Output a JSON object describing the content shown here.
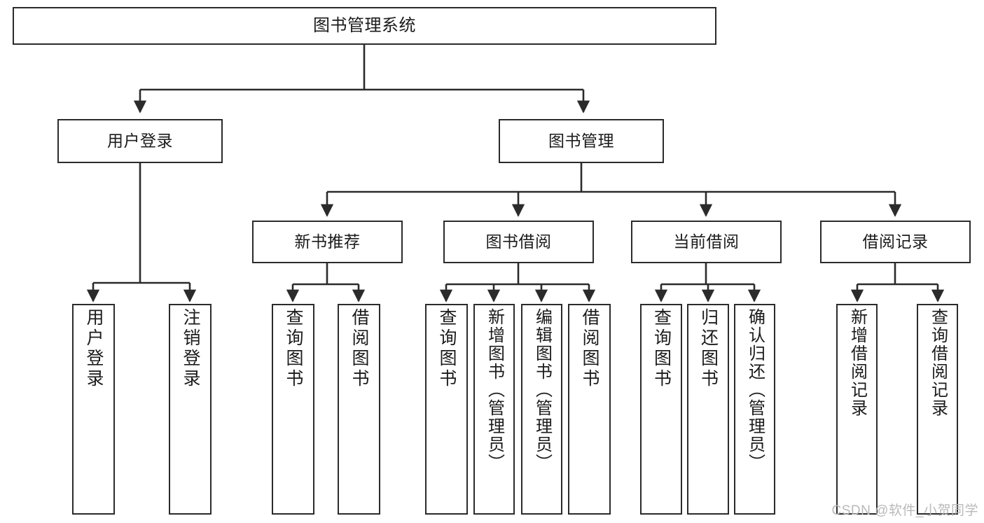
{
  "diagram": {
    "title": "图书管理系统",
    "type": "tree-hierarchy",
    "root": {
      "id": "root",
      "label": "图书管理系统"
    },
    "level2": [
      {
        "id": "user-login",
        "label": "用户登录"
      },
      {
        "id": "book-management",
        "label": "图书管理"
      }
    ],
    "level3": [
      {
        "id": "new-book-recommend",
        "label": "新书推荐"
      },
      {
        "id": "book-borrow",
        "label": "图书借阅"
      },
      {
        "id": "current-borrow",
        "label": "当前借阅"
      },
      {
        "id": "borrow-record",
        "label": "借阅记录"
      }
    ],
    "leaves": {
      "user_login": [
        {
          "id": "leaf-user-login",
          "label": "用户登录"
        },
        {
          "id": "leaf-logout-login",
          "label": "注销登录"
        }
      ],
      "new_book_recommend": [
        {
          "id": "leaf-query-book-1",
          "label": "查询图书"
        },
        {
          "id": "leaf-borrow-book-1",
          "label": "借阅图书"
        }
      ],
      "book_borrow": [
        {
          "id": "leaf-query-book-2",
          "label": "查询图书"
        },
        {
          "id": "leaf-add-book",
          "label": "新增图书（管理员）"
        },
        {
          "id": "leaf-edit-book",
          "label": "编辑图书（管理员）"
        },
        {
          "id": "leaf-borrow-book-2",
          "label": "借阅图书"
        }
      ],
      "current_borrow": [
        {
          "id": "leaf-query-book-3",
          "label": "查询图书"
        },
        {
          "id": "leaf-return-book",
          "label": "归还图书"
        },
        {
          "id": "leaf-confirm-return",
          "label": "确认归还（管理员）"
        }
      ],
      "borrow_record": [
        {
          "id": "leaf-add-record",
          "label": "新增借阅记录"
        },
        {
          "id": "leaf-query-record",
          "label": "查询借阅记录"
        }
      ]
    }
  },
  "watermark": {
    "text": "CSDN @软件_小贺同学"
  },
  "colors": {
    "stroke": "#2b2b2b",
    "fill": "#ffffff",
    "text": "#1b1b1b",
    "watermark": "#b9b9b9"
  }
}
